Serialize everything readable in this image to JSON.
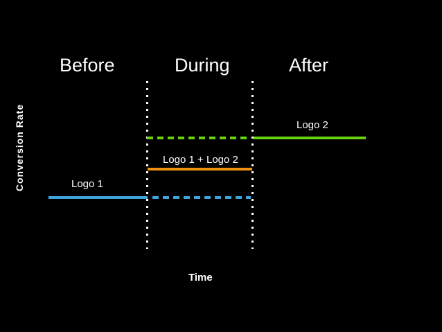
{
  "chart_data": {
    "type": "line",
    "title": "",
    "xlabel": "Time",
    "ylabel": "Conversion Rate",
    "phases": [
      "Before",
      "During",
      "After"
    ],
    "axis_ticks": "none",
    "grid": false,
    "background_color": "#000000",
    "text_color": "#FFFFFF",
    "divider_color": "#FFFFFF",
    "dividers": [
      {
        "between": [
          "Before",
          "During"
        ],
        "style": "vertical-dotted"
      },
      {
        "between": [
          "During",
          "After"
        ],
        "style": "vertical-dotted"
      }
    ],
    "series": [
      {
        "name": "Logo 1",
        "color": "#3FA3DC",
        "relative_level": 1,
        "segments": [
          {
            "phase": "Before",
            "style": "solid"
          },
          {
            "phase": "During",
            "style": "dashed"
          }
        ]
      },
      {
        "name": "Logo 1 + Logo 2",
        "color": "#F0920F",
        "relative_level": 2,
        "segments": [
          {
            "phase": "During",
            "style": "solid"
          }
        ]
      },
      {
        "name": "Logo 2",
        "color": "#66D30E",
        "relative_level": 3,
        "segments": [
          {
            "phase": "During",
            "style": "dashed"
          },
          {
            "phase": "After",
            "style": "solid"
          }
        ]
      }
    ],
    "legend_position": "inline-labels-above-lines"
  }
}
